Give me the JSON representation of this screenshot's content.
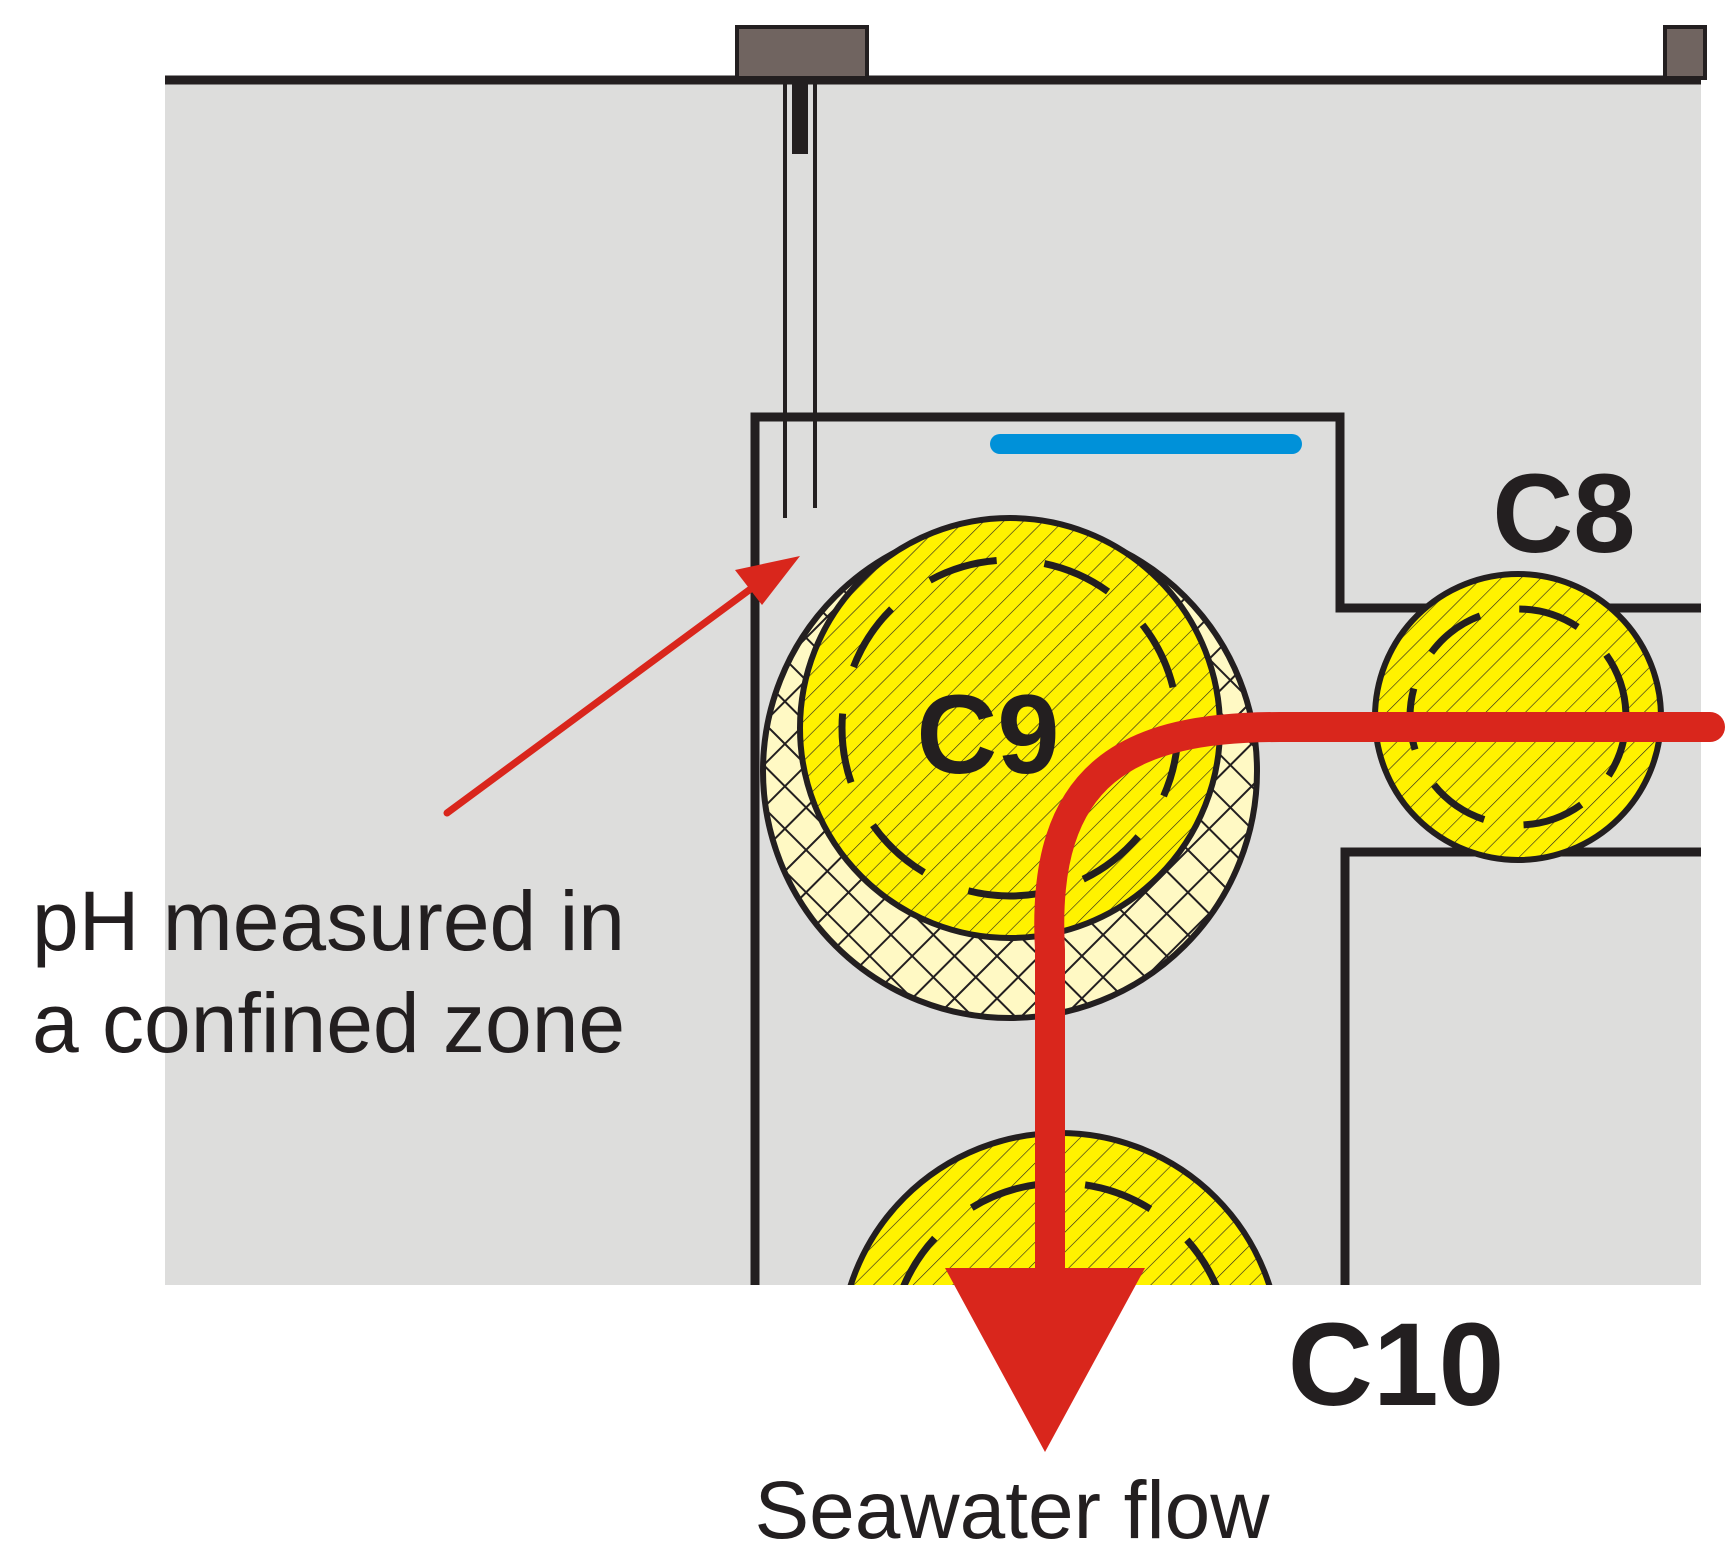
{
  "labels": {
    "c8": "C8",
    "c9": "C9",
    "c10": "C10",
    "ph_line1": "pH measured in",
    "ph_line2": "a confined zone",
    "flow": "Seawater flow"
  },
  "colors": {
    "background_block": "#dddddc",
    "outline": "#231f20",
    "cylinder_fill": "#fff200",
    "wrap_fill": "#fff9c4",
    "flow_arrow": "#d9261c",
    "water_line": "#0091d9",
    "clamp": "#706460"
  },
  "icons": [
    "ph-probe-icon",
    "flow-arrow-icon",
    "pointer-arrow-icon"
  ]
}
